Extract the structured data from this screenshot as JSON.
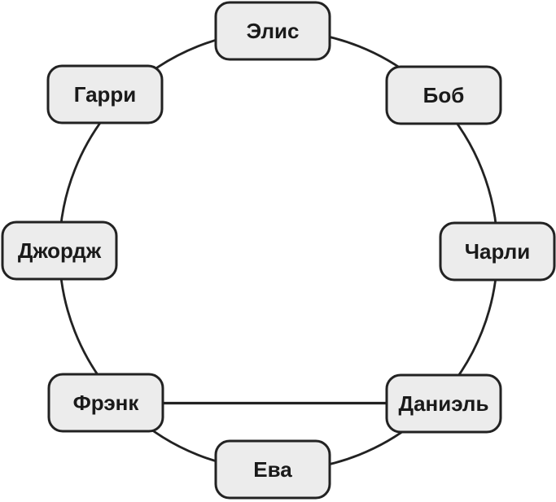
{
  "diagram": {
    "type": "circular-graph",
    "nodes": [
      {
        "id": "alice",
        "label": "Элис"
      },
      {
        "id": "bob",
        "label": "Боб"
      },
      {
        "id": "charlie",
        "label": "Чарли"
      },
      {
        "id": "daniel",
        "label": "Даниэль"
      },
      {
        "id": "eva",
        "label": "Ева"
      },
      {
        "id": "frank",
        "label": "Фрэнк"
      },
      {
        "id": "george",
        "label": "Джордж"
      },
      {
        "id": "harry",
        "label": "Гарри"
      }
    ],
    "edges": [
      {
        "from": "alice",
        "to": "bob"
      },
      {
        "from": "bob",
        "to": "charlie"
      },
      {
        "from": "charlie",
        "to": "daniel"
      },
      {
        "from": "daniel",
        "to": "eva"
      },
      {
        "from": "eva",
        "to": "frank"
      },
      {
        "from": "frank",
        "to": "george"
      },
      {
        "from": "george",
        "to": "harry"
      },
      {
        "from": "harry",
        "to": "alice"
      },
      {
        "from": "frank",
        "to": "daniel"
      }
    ],
    "style": {
      "node_fill": "#ececec",
      "node_border": "#222222",
      "edge_color": "#222222",
      "text_color": "#1a1a1a",
      "background": "#ffffff"
    }
  }
}
